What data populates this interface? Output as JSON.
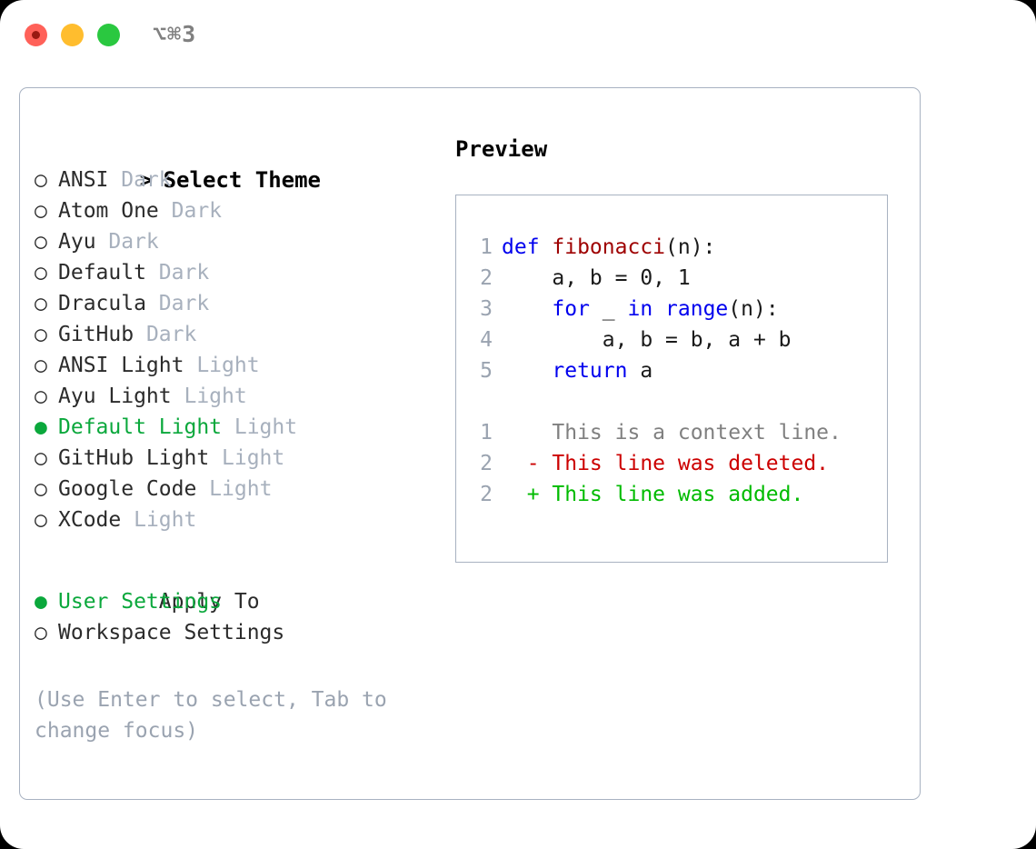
{
  "window": {
    "traffic_lights": [
      "close",
      "minimize",
      "maximize"
    ],
    "shortcut_label": "⌥⌘3",
    "accent_green": "#0ba83c",
    "muted_gray": "#a7b0bd",
    "border_color": "#a8b2c1"
  },
  "theme_list": {
    "heading_prefix": ">",
    "heading": "Select Theme",
    "bullet_selected": "●",
    "bullet_unselected": "○",
    "items": [
      {
        "bullet": "○",
        "name": "ANSI",
        "tag": "Dark",
        "selected": false
      },
      {
        "bullet": "○",
        "name": "Atom One",
        "tag": "Dark",
        "selected": false
      },
      {
        "bullet": "○",
        "name": "Ayu",
        "tag": "Dark",
        "selected": false
      },
      {
        "bullet": "○",
        "name": "Default",
        "tag": "Dark",
        "selected": false
      },
      {
        "bullet": "○",
        "name": "Dracula",
        "tag": "Dark",
        "selected": false
      },
      {
        "bullet": "○",
        "name": "GitHub",
        "tag": "Dark",
        "selected": false
      },
      {
        "bullet": "○",
        "name": "ANSI Light",
        "tag": "Light",
        "selected": false
      },
      {
        "bullet": "○",
        "name": "Ayu Light",
        "tag": "Light",
        "selected": false
      },
      {
        "bullet": "●",
        "name": "Default Light",
        "tag": "Light",
        "selected": true
      },
      {
        "bullet": "○",
        "name": "GitHub Light",
        "tag": "Light",
        "selected": false
      },
      {
        "bullet": "○",
        "name": "Google Code",
        "tag": "Light",
        "selected": false
      },
      {
        "bullet": "○",
        "name": "XCode",
        "tag": "Light",
        "selected": false
      }
    ]
  },
  "apply_to": {
    "heading": "Apply To",
    "items": [
      {
        "bullet": "●",
        "name": "User Settings",
        "selected": true
      },
      {
        "bullet": "○",
        "name": "Workspace Settings",
        "selected": false
      }
    ]
  },
  "help_text": "(Use Enter to select, Tab to\nchange focus)",
  "preview": {
    "title": "Preview",
    "code_lines": [
      {
        "num": "1",
        "tokens": [
          {
            "t": "def ",
            "c": "kw"
          },
          {
            "t": "fibonacci",
            "c": "fn"
          },
          {
            "t": "(n):",
            "c": ""
          }
        ]
      },
      {
        "num": "2",
        "tokens": [
          {
            "t": "    a, b = 0, 1",
            "c": ""
          }
        ]
      },
      {
        "num": "3",
        "tokens": [
          {
            "t": "    ",
            "c": ""
          },
          {
            "t": "for",
            "c": "kw"
          },
          {
            "t": " _ ",
            "c": ""
          },
          {
            "t": "in",
            "c": "kw"
          },
          {
            "t": " ",
            "c": ""
          },
          {
            "t": "range",
            "c": "kw"
          },
          {
            "t": "(n):",
            "c": ""
          }
        ]
      },
      {
        "num": "4",
        "tokens": [
          {
            "t": "        a, b = b, a + b",
            "c": ""
          }
        ]
      },
      {
        "num": "5",
        "tokens": [
          {
            "t": "    ",
            "c": ""
          },
          {
            "t": "return",
            "c": "kw"
          },
          {
            "t": " a",
            "c": ""
          }
        ]
      }
    ],
    "diff_lines": [
      {
        "num": "1",
        "marker": " ",
        "text": "This is a context line.",
        "kind": "ctx"
      },
      {
        "num": "2",
        "marker": "-",
        "text": "This line was deleted.",
        "kind": "del"
      },
      {
        "num": "2",
        "marker": "+",
        "text": "This line was added.",
        "kind": "add"
      }
    ]
  }
}
